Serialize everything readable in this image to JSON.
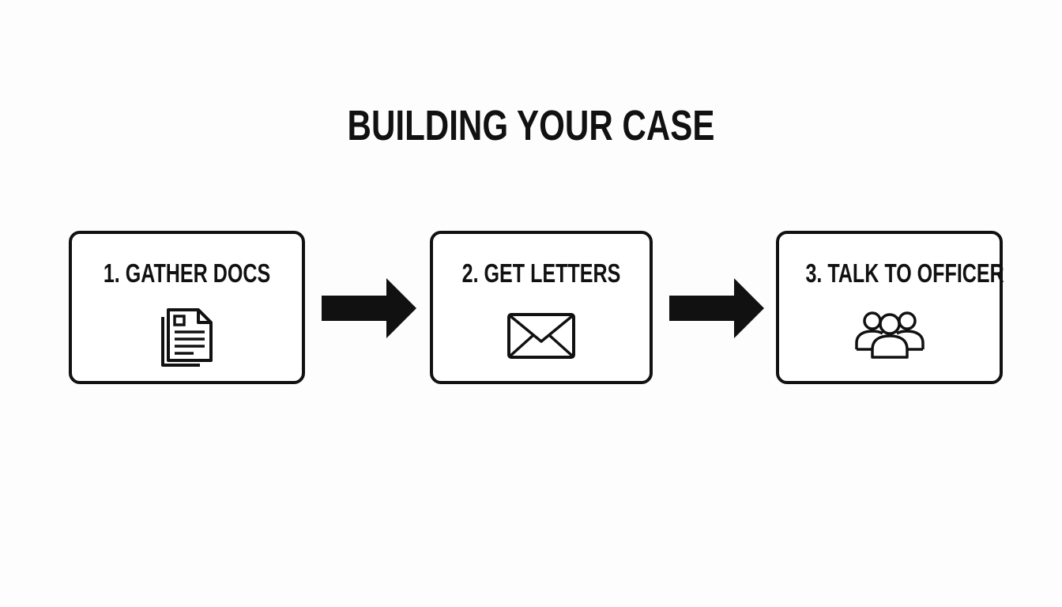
{
  "title": "BUILDING YOUR CASE",
  "steps": [
    {
      "label": "1. GATHER DOCS",
      "icon": "document-icon"
    },
    {
      "label": "2. GET LETTERS",
      "icon": "envelope-icon"
    },
    {
      "label": "3. TALK TO OFFICER",
      "icon": "people-group-icon"
    }
  ],
  "connectors": [
    {
      "icon": "right-arrow-icon"
    },
    {
      "icon": "right-arrow-icon"
    }
  ],
  "colors": {
    "ink": "#111111",
    "background": "#fdfdfd",
    "box_fill": "#ffffff"
  }
}
